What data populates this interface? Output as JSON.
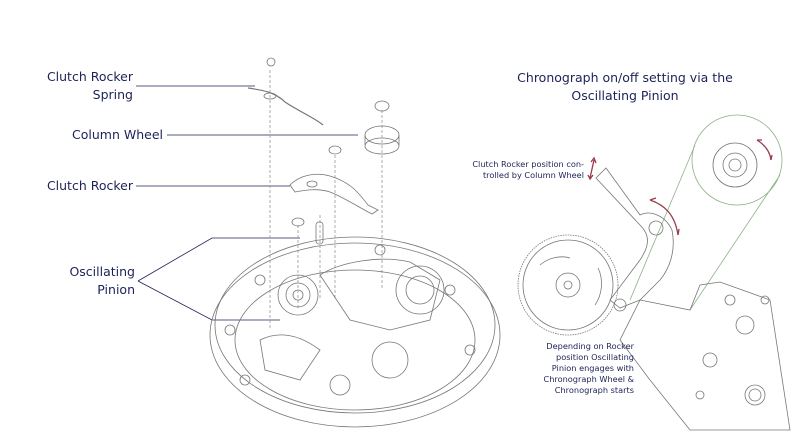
{
  "labels": {
    "clutch_rocker_spring": [
      "Clutch Rocker",
      "Spring"
    ],
    "column_wheel": "Column Wheel",
    "clutch_rocker": "Clutch Rocker",
    "oscillating_pinion": [
      "Oscillating",
      "Pinion"
    ]
  },
  "detail": {
    "title": [
      "Chronograph on/off setting via the",
      "Oscillating Pinion"
    ],
    "note_top": [
      "Clutch Rocker position con-",
      "trolled by Column Wheel"
    ],
    "note_bottom": [
      "Depending on Rocker",
      "position Oscillating",
      "Pinion engages with",
      "Chronograph Wheel &",
      "Chronograph starts"
    ]
  },
  "colors": {
    "text": "#1d2258",
    "arrow": "#9b3a4a",
    "detail_circle": "#8fb08a",
    "line": "#777777"
  }
}
